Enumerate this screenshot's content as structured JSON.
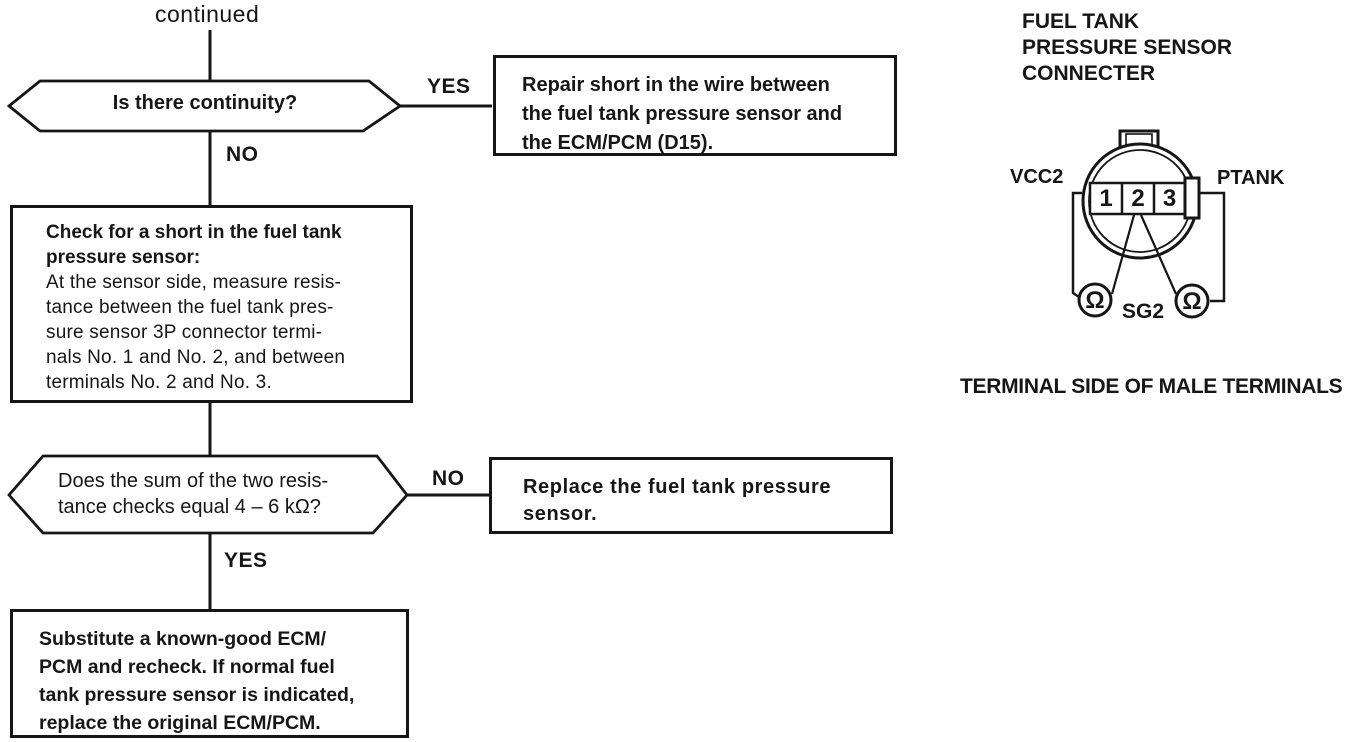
{
  "flowchart": {
    "continued_label": "continued",
    "decision_continuity": {
      "question": "Is there continuity?",
      "yes_label": "YES",
      "no_label": "NO"
    },
    "repair_action": "Repair short in the wire between\nthe fuel tank pressure sensor and\nthe ECM/PCM (D15).",
    "check_step": {
      "heading": "Check for a short in the fuel tank\npressure sensor:",
      "body": "At the sensor side, measure resis-\ntance between the fuel tank pres-\nsure sensor 3P connector termi-\nnals No. 1 and No. 2, and between\nterminals No. 2 and No. 3."
    },
    "decision_resistance": {
      "question": "Does the sum of the two resis-\ntance checks equal 4 – 6 kΩ?",
      "no_label": "NO",
      "yes_label": "YES"
    },
    "replace_action": "Replace the fuel tank pressure\nsensor.",
    "substitute_action": "Substitute a known-good ECM/\nPCM and recheck. If normal fuel\ntank pressure sensor is indicated,\nreplace the original ECM/PCM."
  },
  "connector": {
    "title": "FUEL TANK\nPRESSURE SENSOR\nCONNECTER",
    "pin_labels": {
      "left": "VCC2",
      "right": "PTANK",
      "bottom": "SG2"
    },
    "terminals": [
      "1",
      "2",
      "3"
    ],
    "ohm_symbol": "Ω",
    "caption": "TERMINAL SIDE OF MALE TERMINALS"
  },
  "colors": {
    "ink": "#161616",
    "paper": "#ffffff"
  }
}
